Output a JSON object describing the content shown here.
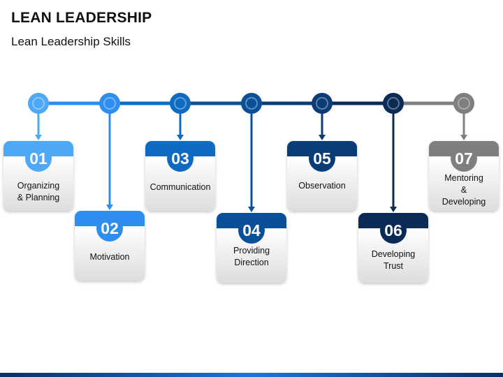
{
  "title": "LEAN LEADERSHIP",
  "subtitle": "Lean Leadership Skills",
  "colors": [
    "#4da8f5",
    "#2e8ef0",
    "#0f6bc2",
    "#0a5098",
    "#0a3d78",
    "#0a2b55",
    "#7f7f7f"
  ],
  "steps": [
    {
      "number": "01",
      "label": "Organizing\n& Planning"
    },
    {
      "number": "02",
      "label": "Motivation"
    },
    {
      "number": "03",
      "label": "Communication"
    },
    {
      "number": "04",
      "label": "Providing\nDirection"
    },
    {
      "number": "05",
      "label": "Observation"
    },
    {
      "number": "06",
      "label": "Developing\nTrust"
    },
    {
      "number": "07",
      "label": "Mentoring\n&\nDeveloping"
    }
  ]
}
